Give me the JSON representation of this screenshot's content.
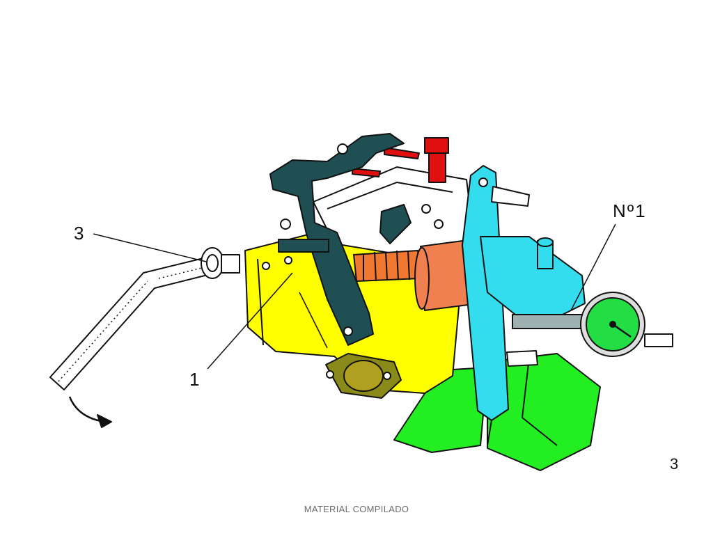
{
  "callouts": {
    "label_3": "3",
    "label_1": "1",
    "label_no1": "Nº1",
    "corner_mark": "3"
  },
  "footer": {
    "text": "MATERIAL COMPILADO"
  },
  "colors": {
    "pump_body": "#ffff00",
    "linkage": "#1f4f52",
    "spring": "#f07830",
    "piston": "#f08050",
    "cap": "#e01010",
    "bracket": "#33ddee",
    "gauge": "#22dd44",
    "base": "#22ee22",
    "flange": "#8a8a1a",
    "outline": "#111111"
  }
}
